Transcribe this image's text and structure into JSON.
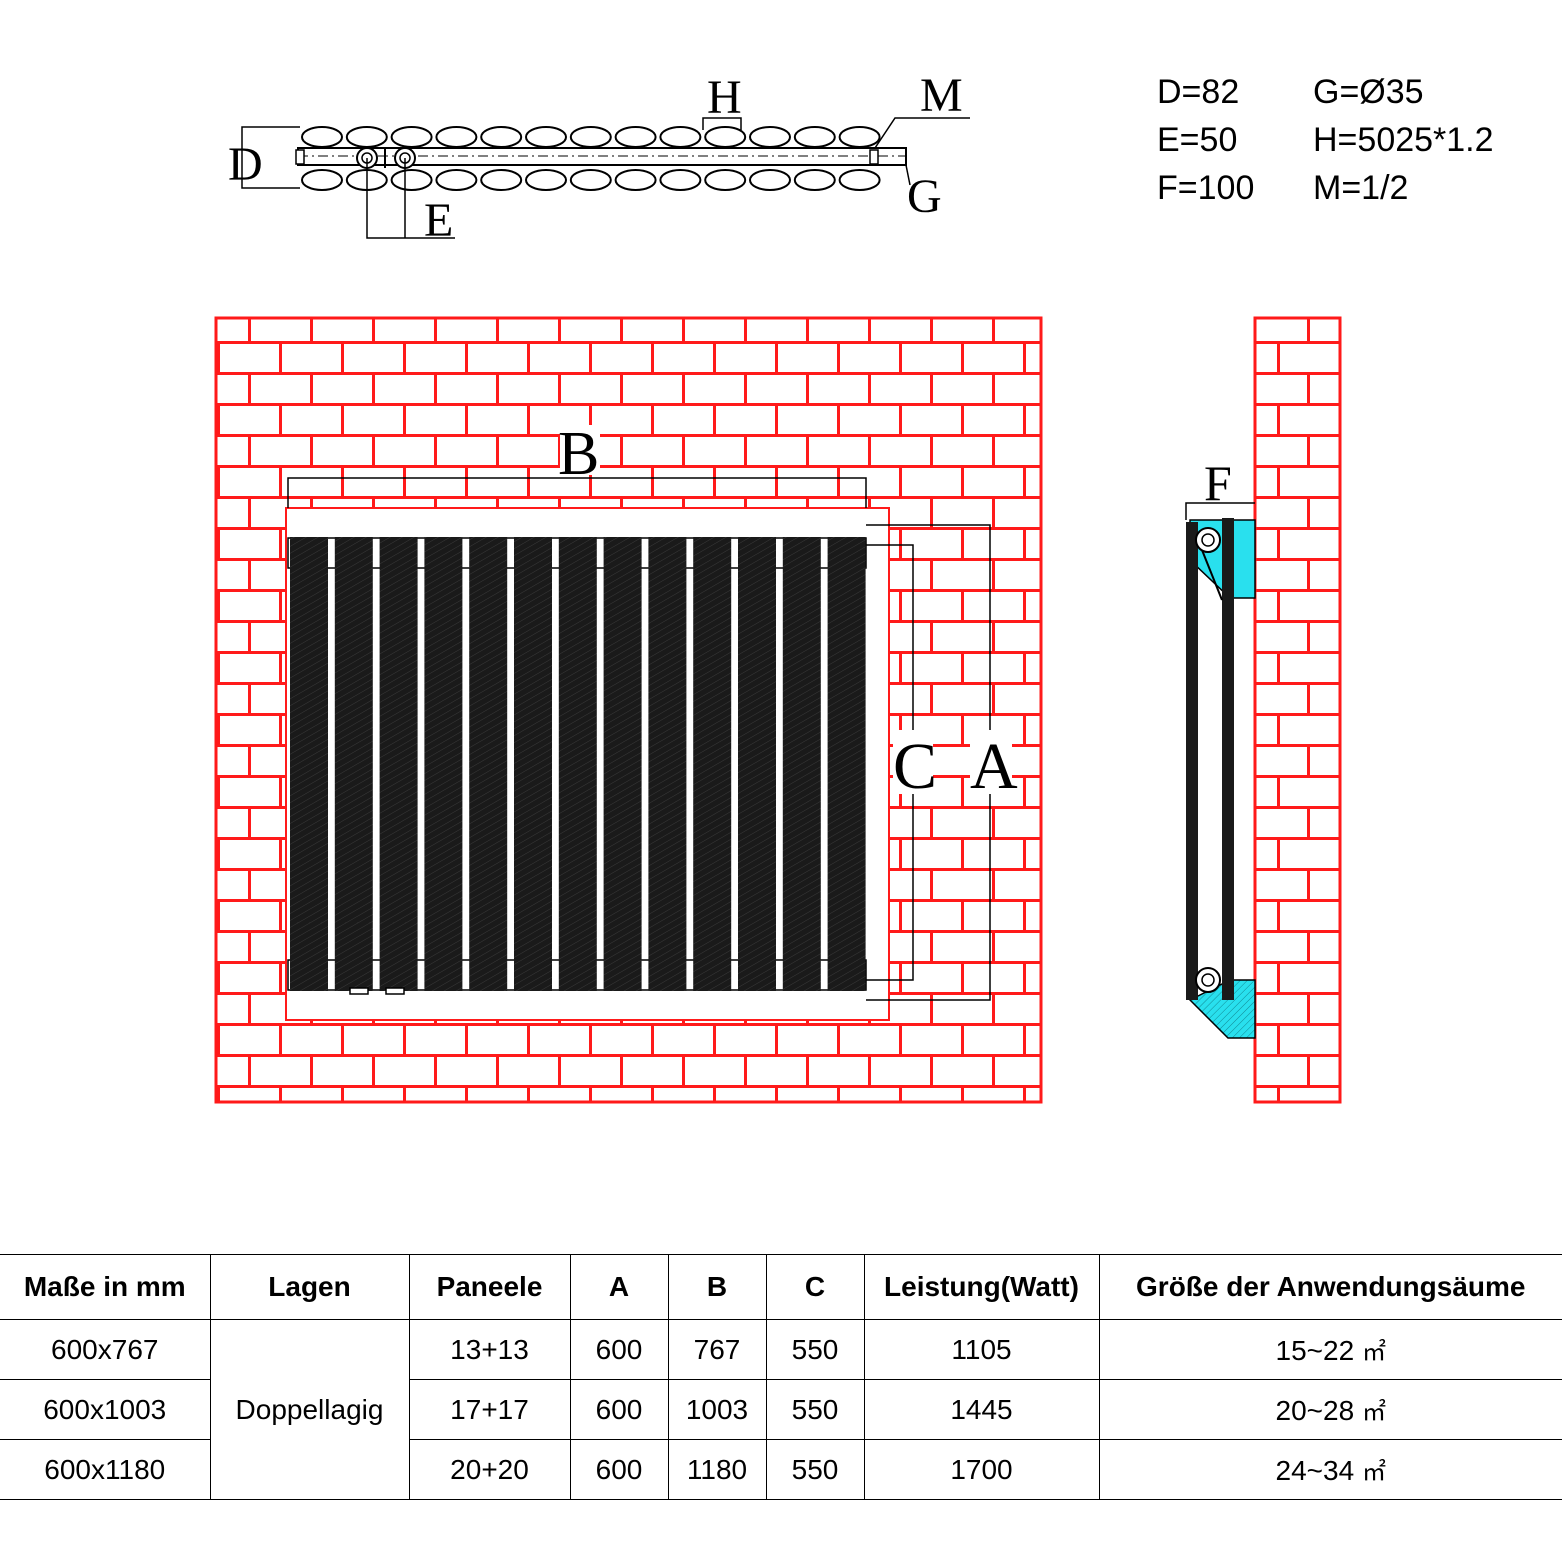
{
  "colors": {
    "brick": "#ff1a1a",
    "panel": "#1a1a1a",
    "bracket": "#29e0ee",
    "line": "#000000"
  },
  "labels": {
    "D": "D",
    "E": "E",
    "H": "H",
    "M": "M",
    "G": "G",
    "B": "B",
    "C": "C",
    "A": "A",
    "F": "F"
  },
  "specs": [
    {
      "left": "D=82",
      "right": "G=Ø35"
    },
    {
      "left": "E=50",
      "right": "H=5025*1.2"
    },
    {
      "left": "F=100",
      "right": "M=1/2"
    }
  ],
  "table": {
    "headers": [
      "Maße in mm",
      "Lagen",
      "Paneele",
      "A",
      "B",
      "C",
      "Leistung(Watt)",
      "Größe der Anwendungsäume"
    ],
    "lagen": "Doppellagig",
    "unit": "㎡",
    "rows": [
      {
        "size": "600x767",
        "paneele": "13+13",
        "a": "600",
        "b": "767",
        "c": "550",
        "watt": "1105",
        "area": "15~22"
      },
      {
        "size": "600x1003",
        "paneele": "17+17",
        "a": "600",
        "b": "1003",
        "c": "550",
        "watt": "1445",
        "area": "20~28"
      },
      {
        "size": "600x1180",
        "paneele": "20+20",
        "a": "600",
        "b": "1180",
        "c": "550",
        "watt": "1700",
        "area": "24~34"
      }
    ]
  }
}
